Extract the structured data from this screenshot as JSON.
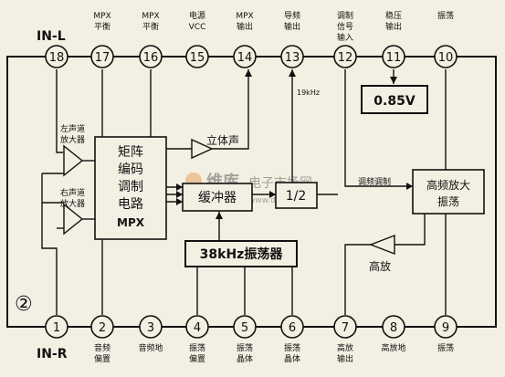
{
  "side_labels": {
    "left_top": "IN-L",
    "left_bottom": "IN-R",
    "circle_mark": "②"
  },
  "top_pins": [
    {
      "num": "18",
      "label1": "",
      "label2": ""
    },
    {
      "num": "17",
      "label1": "MPX",
      "label2": "平衡"
    },
    {
      "num": "16",
      "label1": "MPX",
      "label2": "平衡"
    },
    {
      "num": "15",
      "label1": "电源",
      "label2": "VCC"
    },
    {
      "num": "14",
      "label1": "MPX",
      "label2": "输出"
    },
    {
      "num": "13",
      "label1": "导频",
      "label2": "输出"
    },
    {
      "num": "12",
      "label1": "调制",
      "label2": "信号",
      "label3": "输入"
    },
    {
      "num": "11",
      "label1": "稳压",
      "label2": "输出"
    },
    {
      "num": "10",
      "label1": "振荡",
      "label2": ""
    }
  ],
  "bottom_pins": [
    {
      "num": "1",
      "label1": "",
      "label2": ""
    },
    {
      "num": "2",
      "label1": "音频",
      "label2": "偏置"
    },
    {
      "num": "3",
      "label1": "音频地",
      "label2": ""
    },
    {
      "num": "4",
      "label1": "振荡",
      "label2": "偏置"
    },
    {
      "num": "5",
      "label1": "振荡",
      "label2": "晶体"
    },
    {
      "num": "6",
      "label1": "振荡",
      "label2": "晶体"
    },
    {
      "num": "7",
      "label1": "高放",
      "label2": "输出"
    },
    {
      "num": "8",
      "label1": "高放地",
      "label2": ""
    },
    {
      "num": "9",
      "label1": "振荡",
      "label2": ""
    }
  ],
  "blocks": {
    "matrix": [
      "矩阵",
      "编码",
      "调制",
      "电路",
      "MPX"
    ],
    "buffer": "缓冲器",
    "divider": "1/2",
    "osc38": "38kHz振荡器",
    "rf_amp": [
      "高频放大",
      "振荡"
    ],
    "reg": "0.85V"
  },
  "labels": {
    "left_amp": [
      "左声道",
      "放大器"
    ],
    "right_amp": [
      "右声道",
      "放大器"
    ],
    "stereo": "立体声",
    "pilot_freq": "19kHz",
    "fm_mod": "调频调制",
    "rf_out": "高放"
  },
  "watermark": {
    "brand": "维库",
    "site": "电子市场网",
    "url": "www.dzsc.com"
  }
}
